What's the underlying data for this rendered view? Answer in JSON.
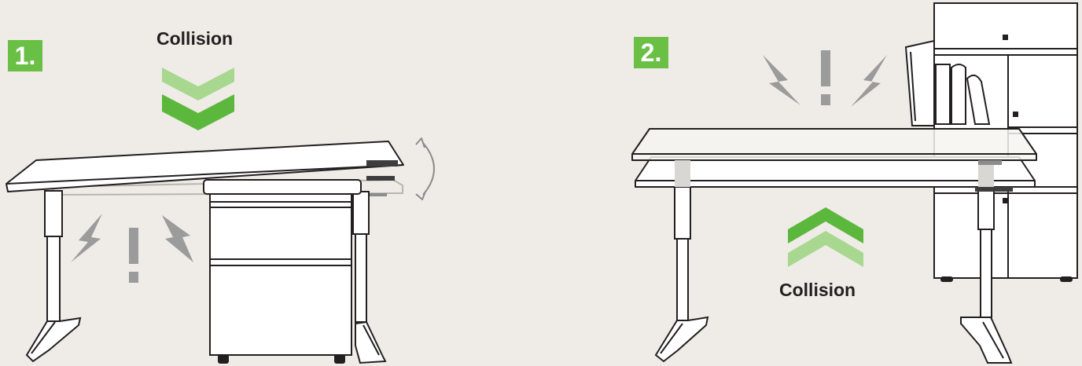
{
  "panel_1": {
    "step_label": "1.",
    "caption": "Collision"
  },
  "panel_2": {
    "step_label": "2.",
    "caption": "Collision"
  },
  "colors": {
    "background": "#efebe7",
    "badge": "#6abf45",
    "chevron_dark": "#5cb83c",
    "chevron_light": "#a8d88f",
    "warning_gray": "#9b9b9b",
    "line": "#231f20"
  },
  "icons": {
    "down_arrow": "double-chevron-down-icon",
    "up_arrow": "double-chevron-up-icon",
    "tilt": "curved-double-arrow-icon",
    "impact": "lightning-warning-icon"
  }
}
